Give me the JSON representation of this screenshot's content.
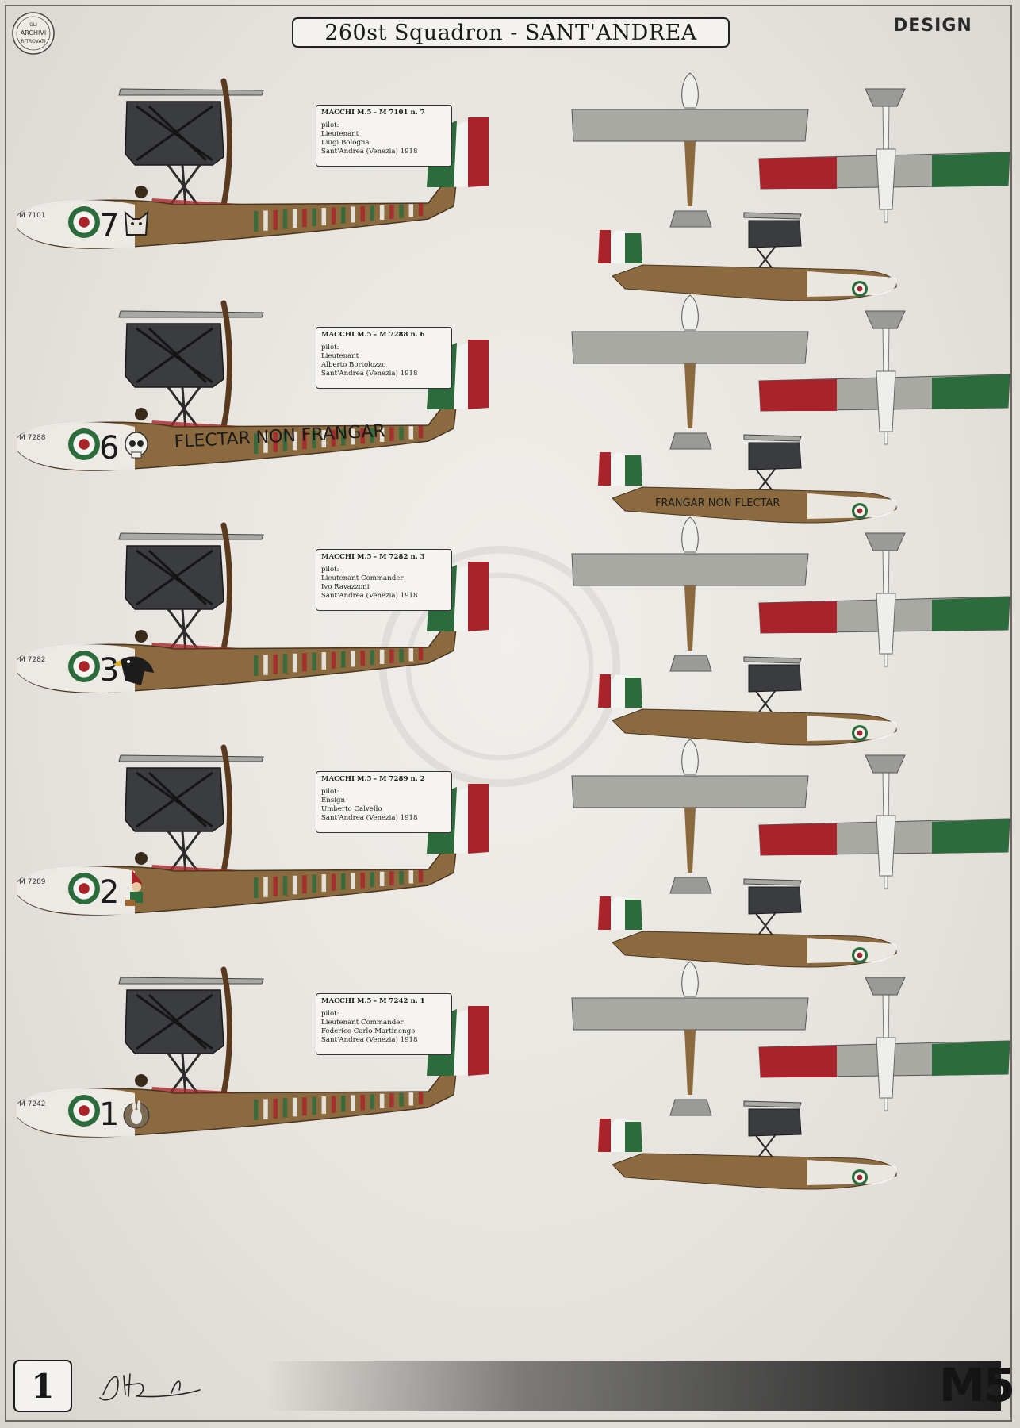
{
  "header": {
    "title": "260st Squadron - SANT'ANDREA",
    "seal_text": [
      "GLI",
      "ARCHIVI",
      "RITROVATI"
    ],
    "brand": "DESIGN"
  },
  "colors": {
    "green": "#2c6b3c",
    "red": "#a8242a",
    "white": "#f4f4f2",
    "wood": "#8a6a3e",
    "grey": "#a9a9a4",
    "dark": "#2a2a2a"
  },
  "aircraft": [
    {
      "caption": {
        "title": "MACCHI M.5 - M 7101 n. 7",
        "pilot_label": "pilot:",
        "rank": "Lieutenant",
        "name": "Luigi Bologna",
        "place": "Sant'Andrea (Venezia) 1918"
      },
      "serial": "M 7101",
      "number": "7",
      "emblem": "wolf-head"
    },
    {
      "caption": {
        "title": "MACCHI M.5 - M 7288 n. 6",
        "pilot_label": "pilot:",
        "rank": "Lieutenant",
        "name": "Alberto Bortolozzo",
        "place": "Sant'Andrea (Venezia) 1918"
      },
      "serial": "M 7288",
      "number": "6",
      "emblem": "skull",
      "motto": "FLECTAR NON FRANGAR",
      "motto_right": "FRANGAR NON FLECTAR"
    },
    {
      "caption": {
        "title": "MACCHI M.5 - M 7282 n. 3",
        "pilot_label": "pilot:",
        "rank": "Lieutenant Commander",
        "name": "Ivo Ravazzoni",
        "place": "Sant'Andrea (Venezia) 1918"
      },
      "serial": "M 7282",
      "number": "3",
      "emblem": "eagle-head"
    },
    {
      "caption": {
        "title": "MACCHI M.5 - M 7289 n. 2",
        "pilot_label": "pilot:",
        "rank": "Ensign",
        "name": "Umberto Calvello",
        "place": "Sant'Andrea (Venezia) 1918"
      },
      "serial": "M 7289",
      "number": "2",
      "emblem": "gnome"
    },
    {
      "caption": {
        "title": "MACCHI M.5 - M 7242 n. 1",
        "pilot_label": "pilot:",
        "rank": "Lieutenant Commander",
        "name": "Federico Carlo Martinengo",
        "place": "Sant'Andrea (Venezia) 1918"
      },
      "serial": "M 7242",
      "number": "1",
      "emblem": "rabbit"
    }
  ],
  "footer": {
    "page_number": "1",
    "model": "M5"
  }
}
